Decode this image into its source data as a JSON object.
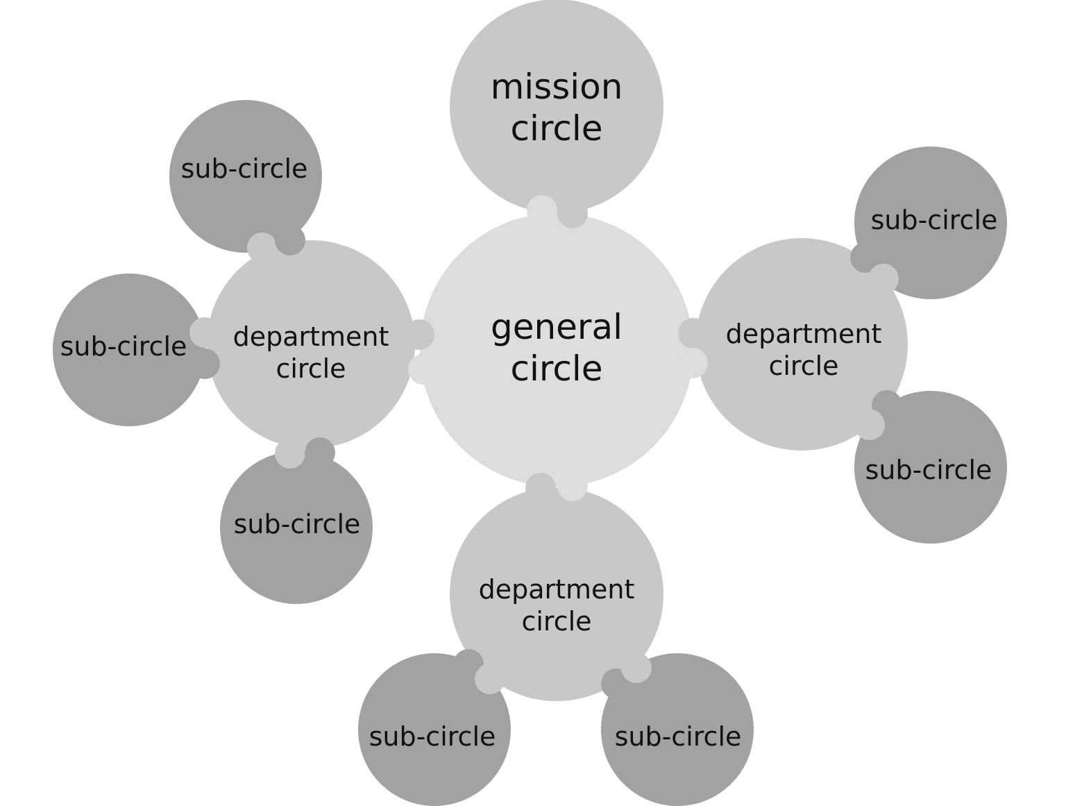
{
  "colors": {
    "general": "#dddddd",
    "mission": "#c8c8c8",
    "department": "#c8c8c8",
    "sub": "#a2a2a2",
    "text": "#111111"
  },
  "general": {
    "line1": "general",
    "line2": "circle"
  },
  "mission": {
    "line1": "mission",
    "line2": "circle"
  },
  "departments": [
    {
      "id": "left",
      "line1": "department",
      "line2": "circle"
    },
    {
      "id": "right",
      "line1": "department",
      "line2": "circle"
    },
    {
      "id": "bottom",
      "line1": "department",
      "line2": "circle"
    }
  ],
  "sub_circles": [
    {
      "parent": "left",
      "label": "sub-circle"
    },
    {
      "parent": "left",
      "label": "sub-circle"
    },
    {
      "parent": "left",
      "label": "sub-circle"
    },
    {
      "parent": "right",
      "label": "sub-circle"
    },
    {
      "parent": "right",
      "label": "sub-circle"
    },
    {
      "parent": "bottom",
      "label": "sub-circle"
    },
    {
      "parent": "bottom",
      "label": "sub-circle"
    }
  ]
}
